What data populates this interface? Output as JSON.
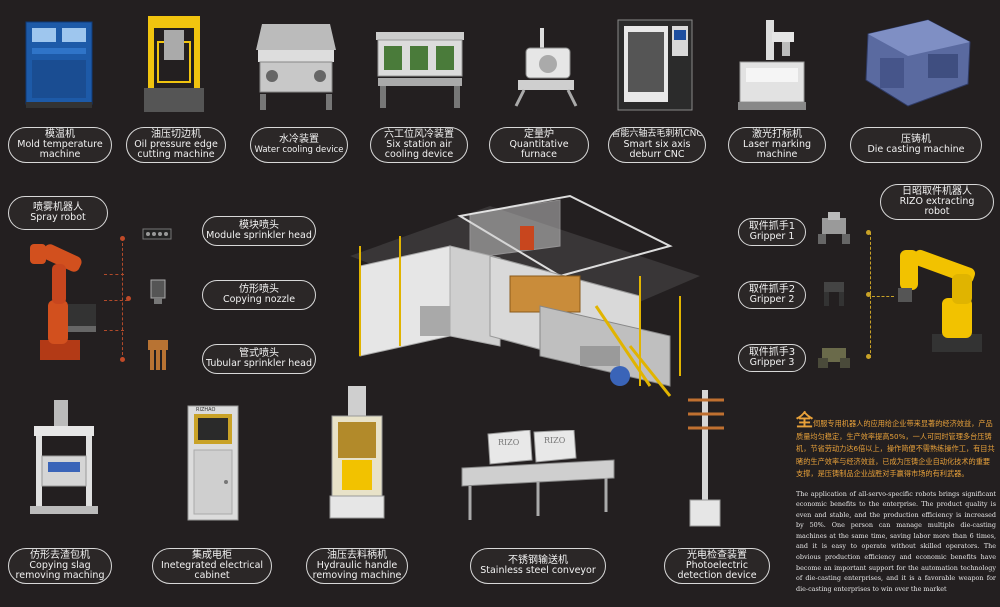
{
  "top_row": [
    {
      "zh": "模温机",
      "en": "Mold temperature machine",
      "en_lines": [
        "Mold temperature",
        "machine"
      ]
    },
    {
      "zh": "油压切边机",
      "en_lines": [
        "Oil pressure edge",
        "cutting machine"
      ]
    },
    {
      "zh": "水冷装置",
      "en_lines": [
        "Water cooling device"
      ]
    },
    {
      "zh": "六工位风冷装置",
      "en_lines": [
        "Six station air",
        "cooling device"
      ]
    },
    {
      "zh": "定量炉",
      "en_lines": [
        "Quantitative",
        "furnace"
      ]
    },
    {
      "zh": "智能六轴去毛刺机CNC",
      "en_lines": [
        "Smart six axis",
        "deburr CNC"
      ]
    },
    {
      "zh": "激光打标机",
      "en_lines": [
        "Laser marking",
        "machine"
      ]
    },
    {
      "zh": "压铸机",
      "en_lines": [
        "Die casting machine"
      ]
    }
  ],
  "left_side": {
    "robot": {
      "zh": "喷雾机器人",
      "en": "Spray robot"
    },
    "heads": [
      {
        "zh": "模块喷头",
        "en": "Module sprinkler head"
      },
      {
        "zh": "仿形喷头",
        "en": "Copying nozzle"
      },
      {
        "zh": "管式喷头",
        "en": "Tubular sprinkler head"
      }
    ]
  },
  "right_side": {
    "robot": {
      "zh": "日昭取件机器人",
      "en_lines": [
        "RIZO extracting",
        "robot"
      ]
    },
    "grippers": [
      {
        "zh": "取件抓手1",
        "en": "Gripper 1"
      },
      {
        "zh": "取件抓手2",
        "en": "Gripper 2"
      },
      {
        "zh": "取件抓手3",
        "en": "Gripper 3"
      }
    ]
  },
  "bottom_row": [
    {
      "zh": "仿形去渣包机",
      "en_lines": [
        "Copying slag",
        "removing maching"
      ]
    },
    {
      "zh": "集成电柜",
      "en_lines": [
        "Inetegrated electrical",
        "cabinet"
      ]
    },
    {
      "zh": "油压去料柄机",
      "en_lines": [
        "Hydraulic handle",
        "removing machine"
      ]
    },
    {
      "zh": "不锈钢输送机",
      "en_lines": [
        "Stainless steel conveyor"
      ]
    },
    {
      "zh": "光电检查装置",
      "en_lines": [
        "Photoelectric",
        "detection device"
      ]
    }
  ],
  "cabinet_brand": "RIZHAO",
  "conveyor_brand": [
    "RIZO",
    "RIZO"
  ],
  "description": {
    "cn_first_char": "全",
    "cn_rest": "伺服专用机器人的应用给企业带来显著的经济效益，产品质量均匀稳定，生产效率提高50%，一人可同时管理多台压铸机，节省劳动力达6倍以上，操作简便不需熟练操作工，有目共睹的生产效率与经济效益，已成为压铸企业自动化技术的重要支撑，是压铸制品企业战胜对手赢得市场的有利武器。",
    "en": "The application of all-servo-specific robots brings significant economic benefits to the enterprise. The product quality is even and stable, and the production efficiency is increased by 50%. One person can manage multiple die-casting machines at the same time, saving labor more than 6 times, and it is easy to operate without skilled operators. The obvious production efficiency and economic benefits have become an important support for the automation technology of die-casting enterprises, and it is a favorable weapon for die-casting enterprises to win over the market"
  },
  "colors": {
    "background": "#231f20",
    "pill_border": "#d8d8d8",
    "accent_orange": "#e8a13a",
    "robot_orange": "#c8461e",
    "robot_yellow": "#f2c200"
  }
}
